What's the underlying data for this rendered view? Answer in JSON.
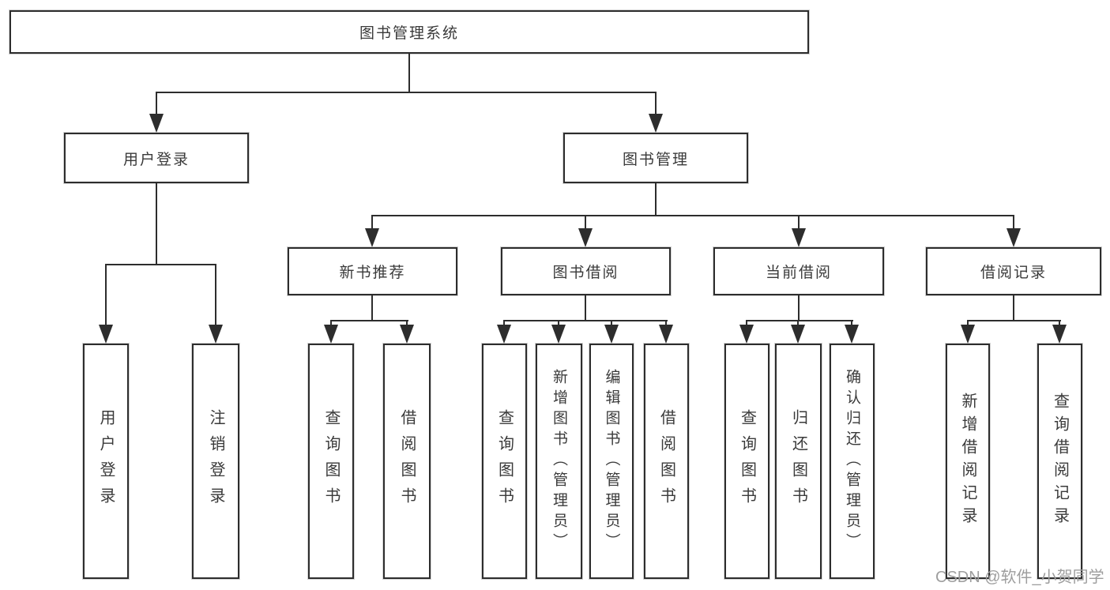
{
  "nodes": {
    "root": {
      "label": "图书管理系统"
    },
    "branches": [
      {
        "label": "用户登录"
      },
      {
        "label": "图书管理"
      }
    ],
    "modules": [
      {
        "label": "新书推荐",
        "parent": "图书管理"
      },
      {
        "label": "图书借阅",
        "parent": "图书管理"
      },
      {
        "label": "当前借阅",
        "parent": "图书管理"
      },
      {
        "label": "借阅记录",
        "parent": "图书管理"
      }
    ],
    "functions": [
      {
        "label": "用户登录",
        "parent": "用户登录"
      },
      {
        "label": "注销登录",
        "parent": "用户登录"
      },
      {
        "label": "查询图书",
        "parent": "新书推荐"
      },
      {
        "label": "借阅图书",
        "parent": "新书推荐"
      },
      {
        "label": "查询图书",
        "parent": "图书借阅"
      },
      {
        "label": "新增图书（管理员）",
        "parent": "图书借阅"
      },
      {
        "label": "编辑图书（管理员）",
        "parent": "图书借阅"
      },
      {
        "label": "借阅图书",
        "parent": "图书借阅"
      },
      {
        "label": "查询图书",
        "parent": "当前借阅"
      },
      {
        "label": "归还图书",
        "parent": "当前借阅"
      },
      {
        "label": "确认归还（管理员）",
        "parent": "当前借阅"
      },
      {
        "label": "新增借阅记录",
        "parent": "借阅记录"
      },
      {
        "label": "查询借阅记录",
        "parent": "借阅记录"
      }
    ]
  },
  "watermark": {
    "text": "CSDN @软件_小贺同学"
  },
  "colors": {
    "line": "#2d2d2d",
    "text": "#3a3a3a",
    "watermark": "#9e9e9e",
    "background": "#ffffff"
  }
}
